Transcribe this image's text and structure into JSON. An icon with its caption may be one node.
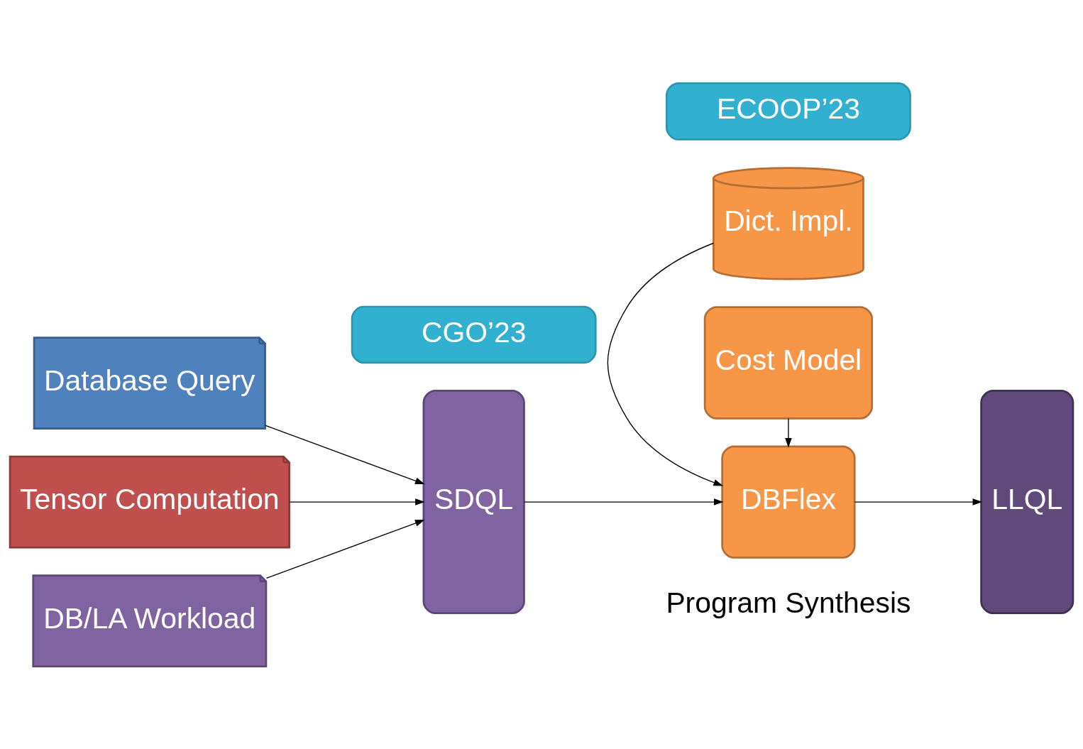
{
  "diagram": {
    "nodes": [
      {
        "text": [
          "Database Query"
        ]
      },
      {
        "text": [
          "Tensor Computation"
        ]
      },
      {
        "text": [
          "DB/LA Workload"
        ]
      },
      {
        "text": [
          "Dict. Impl."
        ]
      },
      {
        "text": [
          "Cost Model"
        ]
      },
      {
        "text": [
          "SDQL"
        ]
      },
      {
        "text": [
          "DBFlex"
        ],
        "beside": [
          "Program Synthesis"
        ]
      },
      {
        "text": [
          "LLQL"
        ]
      },
      {
        "text": [
          "CGO’23"
        ]
      },
      {
        "text": [
          "ECOOP’23"
        ]
      }
    ],
    "edges": [
      {
        "from": 0,
        "to": 5,
        "arrow": "to"
      },
      {
        "from": 1,
        "to": 5,
        "arrow": "to"
      },
      {
        "from": 2,
        "to": 5,
        "arrow": "to"
      },
      {
        "from": 3,
        "to": 6,
        "arrow": "to"
      },
      {
        "from": 4,
        "to": 6,
        "arrow": "to"
      },
      {
        "from": 5,
        "to": 6,
        "arrow": "to"
      },
      {
        "from": 6,
        "to": 7,
        "arrow": "to"
      }
    ]
  }
}
